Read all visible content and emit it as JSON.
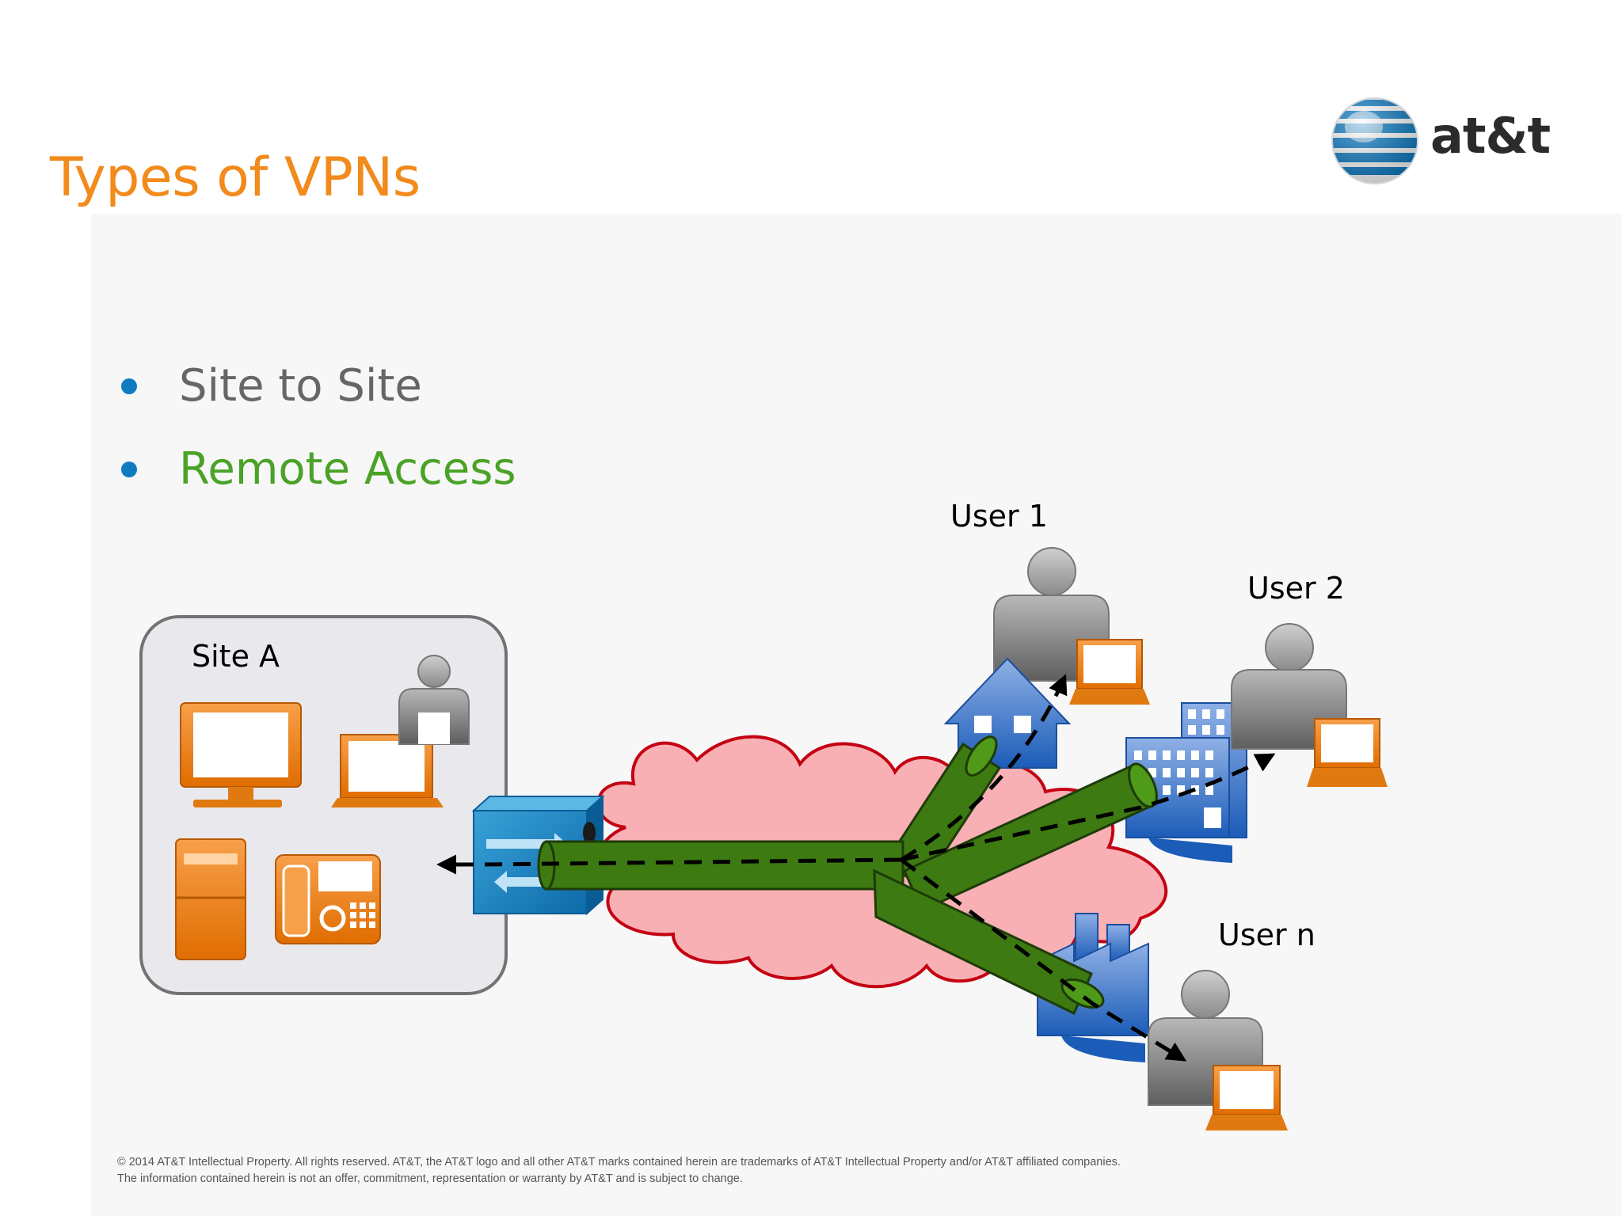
{
  "slide": {
    "title": "Types of VPNs",
    "logo_text": "at&t",
    "footer_text": "© 2014 AT&T Intellectual Property.  All rights reserved.  AT&T, the AT&T logo and all other AT&T marks contained herein are trademarks of AT&T Intellectual Property and/or AT&T affiliated companies.  The information contained herein is not an offer, commitment, representation or warranty by AT&T and is subject to change."
  },
  "bullets": [
    {
      "text": "Site to Site"
    },
    {
      "text": "Remote Access"
    }
  ],
  "diagram": {
    "site_label": "Site A",
    "users": [
      {
        "label": "User 1",
        "location": "home"
      },
      {
        "label": "User 2",
        "location": "office"
      },
      {
        "label": "User n",
        "location": "factory"
      }
    ]
  },
  "colors": {
    "title": "#f28a1c",
    "bullet_dot": "#0f7bc1",
    "bullet_1": "#666666",
    "bullet_2_highlight": "#4aa327",
    "tunnel": "#3d7a12",
    "cloud_fill": "#f8b0b4",
    "cloud_stroke": "#c40012",
    "device_orange": "#f28a1c"
  }
}
